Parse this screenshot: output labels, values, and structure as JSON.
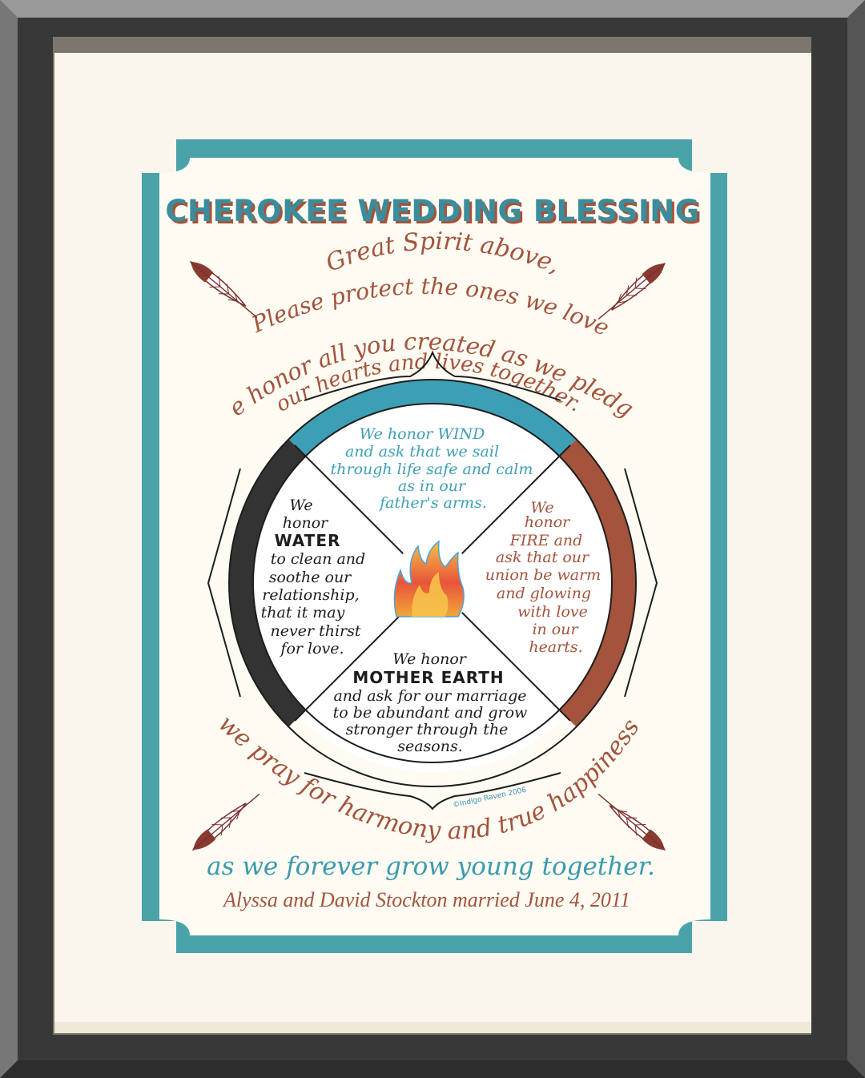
{
  "title": "CHEROKEE WEDDING BLESSING",
  "top_blessing": {
    "line1": "Great Spirit above,",
    "line2": "Please protect the ones we love.",
    "line3": "We honor all you created as we pledge",
    "line4": "our hearts and lives together."
  },
  "quadrants": {
    "wind": {
      "l1": "We honor WIND",
      "l2": "and ask that we sail",
      "l3": "through life safe and calm",
      "l4": "as in our",
      "l5": "father's arms."
    },
    "water": {
      "l1": "We",
      "l2": "honor",
      "l3": "WATER",
      "l4": "to clean and",
      "l5": "soothe our",
      "l6": "relationship,",
      "l7": "that it may",
      "l8": "never thirst",
      "l9": "for love."
    },
    "fire": {
      "l1": "We",
      "l2": "honor",
      "l3": "FIRE and",
      "l4": "ask that our",
      "l5": "union be warm",
      "l6": "and glowing",
      "l7": "with love",
      "l8": "in our",
      "l9": "hearts."
    },
    "earth": {
      "l1": "We honor",
      "l2": "MOTHER EARTH",
      "l3": "and ask for our marriage",
      "l4": "to be abundant and grow",
      "l5": "stronger through the",
      "l6": "seasons."
    }
  },
  "bottom_blessing": {
    "arc": "we pray for harmony and true happiness",
    "line": "as we forever grow young together."
  },
  "copyright": "©Indigo Raven 2006",
  "dedication": "Alyssa and David Stockton married June 4, 2011",
  "colors": {
    "teal": "#4aa3a8",
    "rust": "#a4533c",
    "cream": "#fdfbf2",
    "mat": "#faf6ee",
    "frame": "#3a3a3a",
    "quad_wind": "#3d9fb5",
    "quad_fire": "#a4533c",
    "quad_water": "#333333"
  },
  "icons": [
    "feather-icon",
    "flame-icon"
  ]
}
